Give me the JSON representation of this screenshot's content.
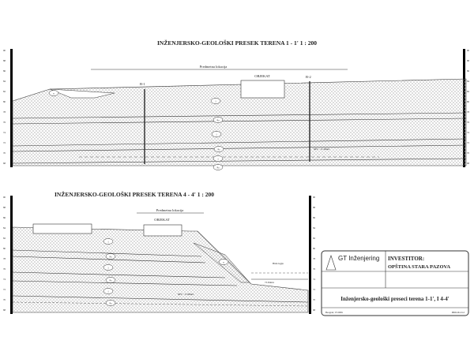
{
  "section1": {
    "title": "INŽENJERSKO-GEOLOŠKI PRESEK TERENA  1 - 1'   1 : 200",
    "location_label": "Predmetna lokacija",
    "object_label": "OBJEKAT",
    "boreholes": [
      "B-1",
      "B-2"
    ],
    "layers": [
      "n",
      "1",
      "Pa",
      "1",
      "Pa",
      "1",
      "Pa"
    ],
    "water_note": "NPV - 71.30mnv"
  },
  "section2": {
    "title": "INŽENJERSKO-GEOLOŠKI PRESEK TERENA  4 - 4'   1 : 200",
    "location_label": "Predmetna lokacija",
    "object_label": "OBJEKAT",
    "layers": [
      "1",
      "Pa",
      "1",
      "Pa",
      "1",
      "Pa",
      "n"
    ],
    "water_note": "NPV - 71.80mnv",
    "river_note": "Hidrologija",
    "level_note": "73.30mnv"
  },
  "scale_ticks": [
    "90",
    "88",
    "86",
    "84",
    "82",
    "80",
    "78",
    "76",
    "74",
    "72",
    "70",
    "68"
  ],
  "title_block": {
    "company": "GT Inženjering",
    "investor_label": "INVESTITOR:",
    "investor": "OPŠTINA STARA PAZOVA",
    "drawing_title": "Inženjersko-geološki preseci terena  1-1', I 4-4'",
    "place_date": "Beograd, VI 2009.",
    "sheet": "PRILOG br.2"
  }
}
